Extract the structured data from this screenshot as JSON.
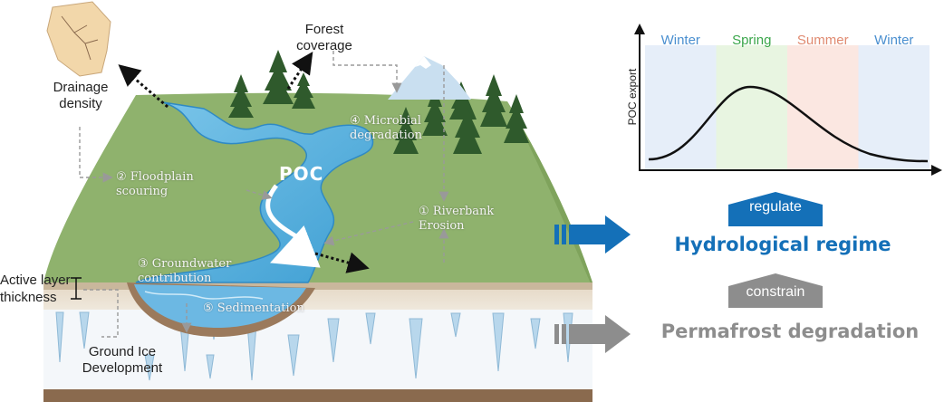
{
  "diagram": {
    "poc_label": "POC",
    "labels": {
      "forest_coverage": "Forest\ncoverage",
      "drainage_density": "Drainage\ndensity",
      "active_layer": "Active layer\nthickness",
      "ground_ice": "Ground Ice\nDevelopment"
    },
    "processes": {
      "floodplain": "② Floodplain\nscouring",
      "microbial": "④ Microbial\ndegradation",
      "riverbank": "① Riverbank\nErosion",
      "groundwater": "③ Groundwater\ncontribution",
      "sedimentation": "⑤ Sedimentation"
    },
    "flow": {
      "regulate": "regulate",
      "hydrological_regime": "Hydrological regime",
      "constrain": "constrain",
      "permafrost_degradation": "Permafrost degradation"
    },
    "colors": {
      "accent_blue": "#1470b8",
      "gray": "#8d8d8d",
      "grass": "#8eb06a",
      "river": "#5fb6e0"
    }
  },
  "chart_data": {
    "type": "line",
    "ylabel": "POC export",
    "seasons": [
      {
        "name": "Winter",
        "color": "#4a8fd0",
        "band": "#e6eef9"
      },
      {
        "name": "Spring",
        "color": "#3aa64a",
        "band": "#e8f5e1"
      },
      {
        "name": "Summer",
        "color": "#e08a70",
        "band": "#fbe7e1"
      },
      {
        "name": "Winter",
        "color": "#4a8fd0",
        "band": "#e6eef9"
      }
    ],
    "curve": "single peak in late spring, long decline through summer toward winter"
  }
}
